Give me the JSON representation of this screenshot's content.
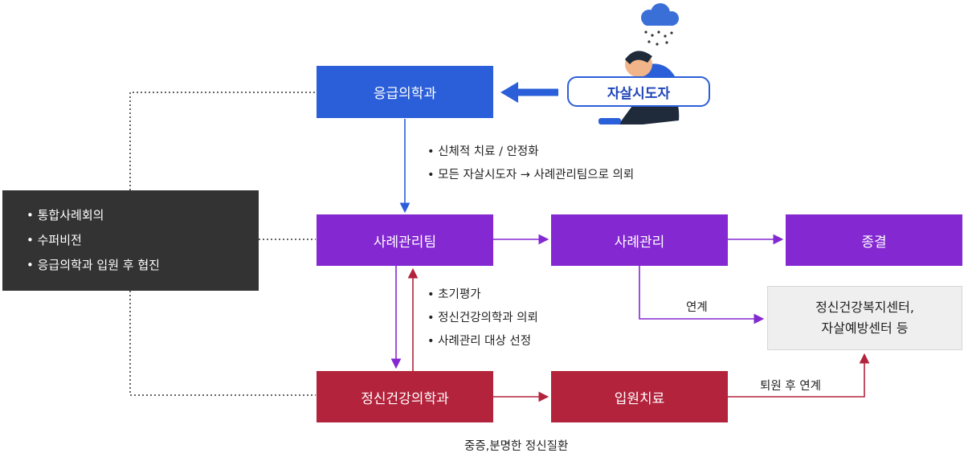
{
  "nodes": {
    "emergency": "응급의학과",
    "suicide_attempter": "자살시도자",
    "case_team": "사례관리팀",
    "case_management": "사례관리",
    "termination": "종결",
    "psychiatry": "정신건강의학과",
    "inpatient": "입원치료",
    "center": [
      "정신건강복지센터,",
      "자살예방센터 등"
    ]
  },
  "notes": {
    "emergency_to_team": [
      "신체적 치료 / 안정화",
      "모든 자살시도자 → 사례관리팀으로 의뢰"
    ],
    "team_to_psychiatry": [
      "초기평가",
      "정신건강의학과 의뢰",
      "사례관리 대상 선정"
    ],
    "conference": [
      "통합사례회의",
      "수퍼비전",
      "응급의학과 입원 후 협진"
    ]
  },
  "labels": {
    "link": "연계",
    "discharge_link": "퇴원 후 연계",
    "severe": "중증,분명한 정신질환"
  },
  "colors": {
    "emergency": "#2b5fd9",
    "case": "#8428d2",
    "psychiatry": "#b3233c",
    "conference": "#333333"
  }
}
